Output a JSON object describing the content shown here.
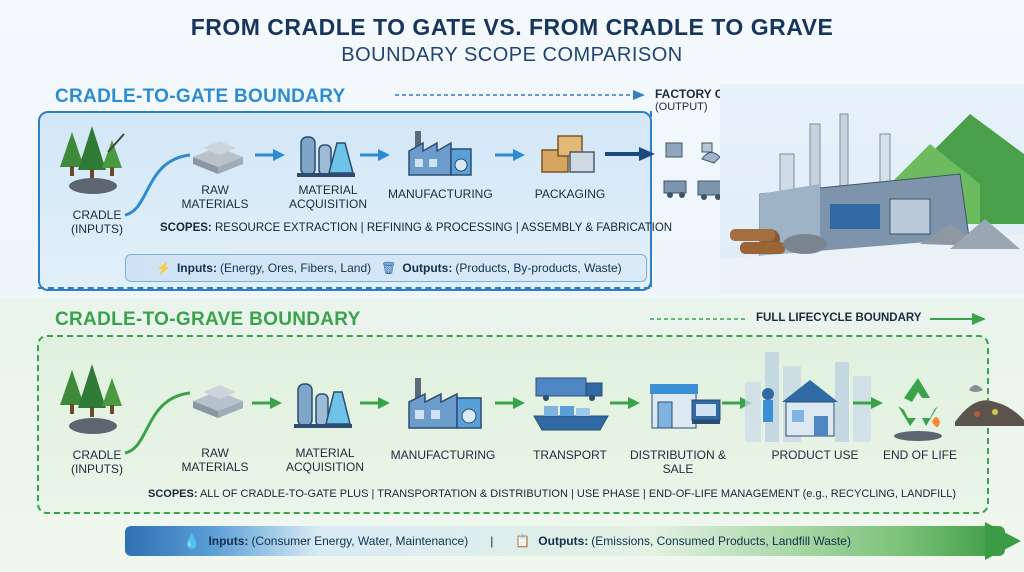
{
  "header": {
    "title": "FROM CRADLE TO GATE VS. FROM CRADLE TO GRAVE",
    "subtitle": "BOUNDARY SCOPE COMPARISON"
  },
  "gate": {
    "title": "CRADLE-TO-GATE BOUNDARY",
    "factory_gate": "FACTORY GATE",
    "factory_gate_sub": "(OUTPUT)",
    "cradle": "CRADLE",
    "cradle_sub": "(INPUTS)",
    "steps": [
      "RAW MATERIALS",
      "MATERIAL ACQUISITION",
      "MANUFACTURING",
      "PACKAGING"
    ],
    "scopes_label": "SCOPES:",
    "scopes_text": " RESOURCE EXTRACTION | REFINING & PROCESSING | ASSEMBLY & FABRICATION",
    "inputs_label": "Inputs:",
    "inputs_text": "(Energy, Ores, Fibers, Land)",
    "outputs_label": "Outputs:",
    "outputs_text": "(Products, By-products, Waste)"
  },
  "grave": {
    "title": "CRADLE-TO-GRAVE BOUNDARY",
    "full_lifecycle": "FULL LIFECYCLE BOUNDARY",
    "cradle": "CRADLE",
    "cradle_sub": "(INPUTS)",
    "steps": [
      "RAW MATERIALS",
      "MATERIAL ACQUISITION",
      "MANUFACTURING",
      "TRANSPORT",
      "DISTRIBUTION & SALE",
      "PRODUCT USE",
      "END OF LIFE"
    ],
    "scopes_label": "SCOPES:",
    "scopes_text": " ALL OF CRADLE-TO-GATE PLUS | TRANSPORTATION & DISTRIBUTION | USE PHASE | END-OF-LIFE MANAGEMENT (e.g., RECYCLING, LANDFILL)",
    "inputs_label": "Inputs:",
    "inputs_text": "(Consumer Energy, Water, Maintenance)",
    "separator": "|",
    "outputs_label": "Outputs:",
    "outputs_text": "(Emissions, Consumed Products, Landfill Waste)"
  },
  "colors": {
    "blue": "#2f7fc2",
    "green": "#3aa34a",
    "navy": "#18355c"
  }
}
